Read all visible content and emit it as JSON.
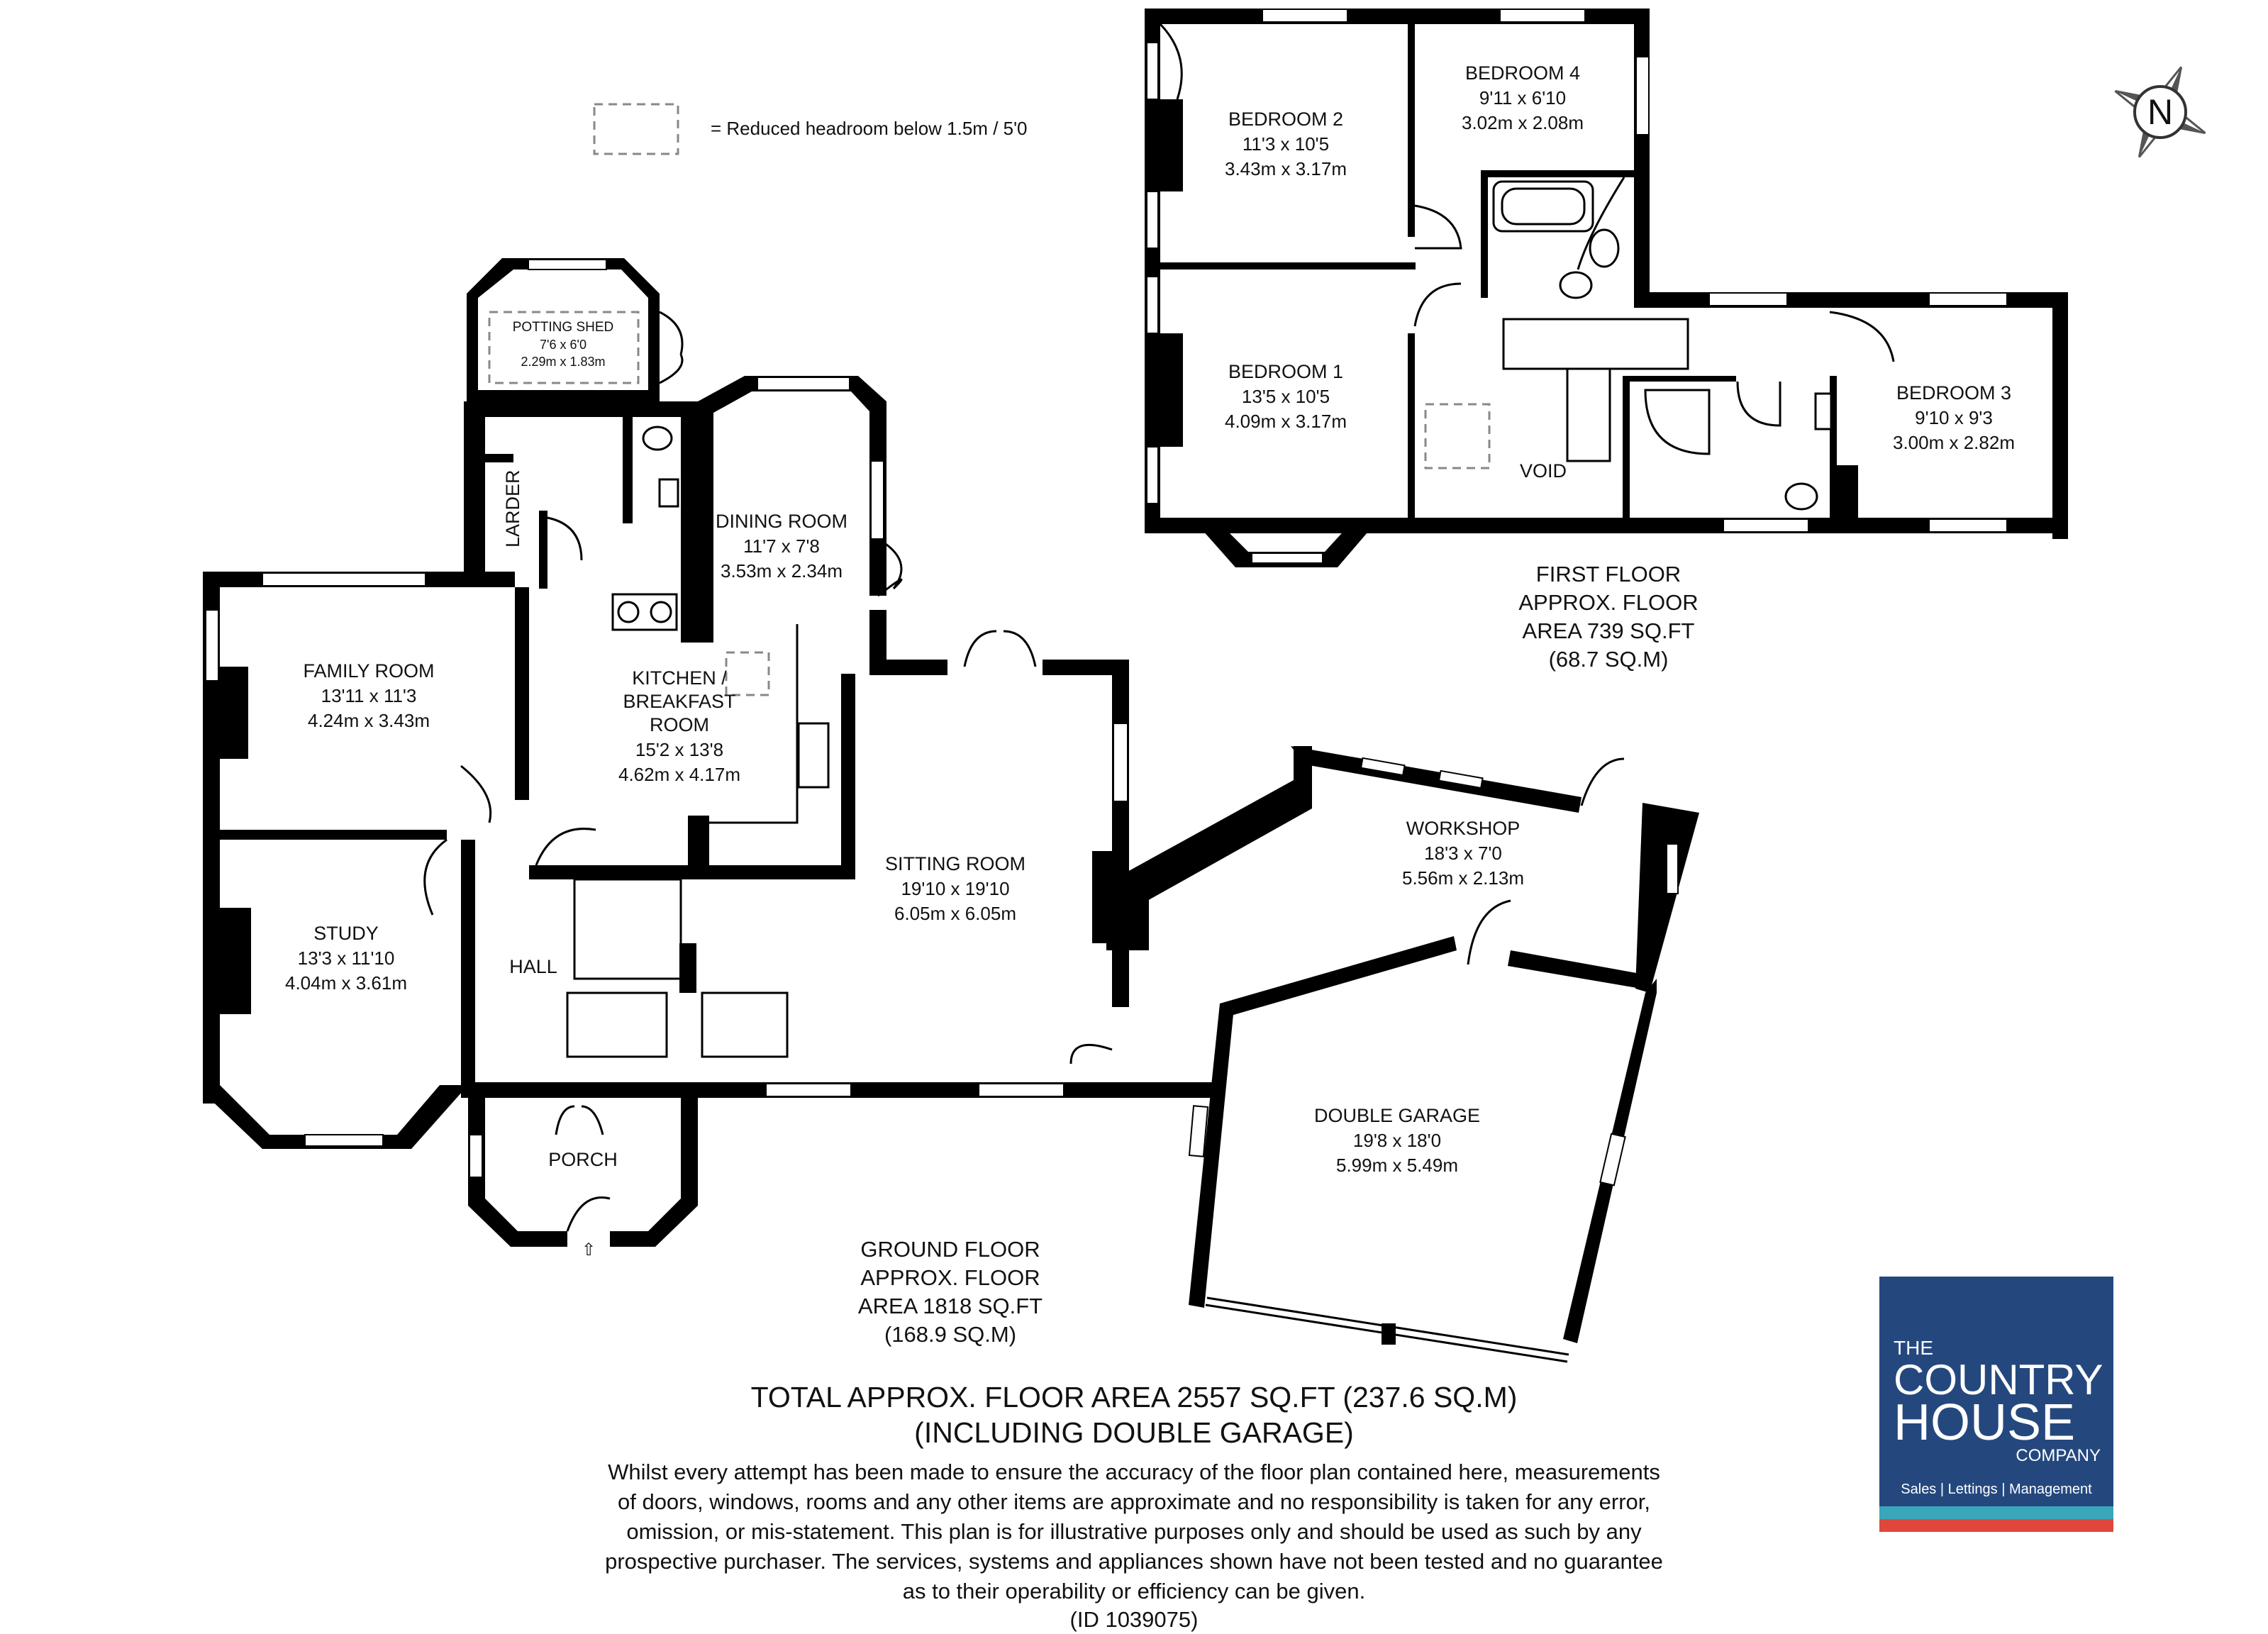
{
  "legend": {
    "text": "= Reduced headroom below 1.5m / 5'0"
  },
  "compass": {
    "label": "N"
  },
  "ground_floor": {
    "rooms": {
      "potting_shed": {
        "name": "POTTING SHED",
        "imperial": "7'6 x 6'0",
        "metric": "2.29m x 1.83m"
      },
      "larder": {
        "name": "LARDER"
      },
      "dining_room": {
        "name": "DINING ROOM",
        "imperial": "11'7 x 7'8",
        "metric": "3.53m x 2.34m"
      },
      "family_room": {
        "name": "FAMILY ROOM",
        "imperial": "13'11 x 11'3",
        "metric": "4.24m x 3.43m"
      },
      "kitchen": {
        "name_line1": "KITCHEN /",
        "name_line2": "BREAKFAST",
        "name_line3": "ROOM",
        "imperial": "15'2 x 13'8",
        "metric": "4.62m x 4.17m"
      },
      "study": {
        "name": "STUDY",
        "imperial": "13'3 x 11'10",
        "metric": "4.04m x 3.61m"
      },
      "hall": {
        "name": "HALL"
      },
      "sitting_room": {
        "name": "SITTING ROOM",
        "imperial": "19'10 x 19'10",
        "metric": "6.05m x 6.05m"
      },
      "porch": {
        "name": "PORCH"
      },
      "workshop": {
        "name": "WORKSHOP",
        "imperial": "18'3 x 7'0",
        "metric": "5.56m x 2.13m"
      },
      "double_garage": {
        "name": "DOUBLE GARAGE",
        "imperial": "19'8 x 18'0",
        "metric": "5.99m x 5.49m"
      }
    },
    "area": {
      "line1": "GROUND FLOOR",
      "line2": "APPROX. FLOOR",
      "line3": "AREA 1818 SQ.FT",
      "line4": "(168.9 SQ.M)"
    }
  },
  "first_floor": {
    "rooms": {
      "bedroom2": {
        "name": "BEDROOM 2",
        "imperial": "11'3 x 10'5",
        "metric": "3.43m x 3.17m"
      },
      "bedroom4": {
        "name": "BEDROOM 4",
        "imperial": "9'11 x 6'10",
        "metric": "3.02m x 2.08m"
      },
      "bedroom1": {
        "name": "BEDROOM 1",
        "imperial": "13'5 x 10'5",
        "metric": "4.09m x 3.17m"
      },
      "bedroom3": {
        "name": "BEDROOM 3",
        "imperial": "9'10 x 9'3",
        "metric": "3.00m x 2.82m"
      },
      "void": {
        "name": "VOID"
      }
    },
    "area": {
      "line1": "FIRST FLOOR",
      "line2": "APPROX. FLOOR",
      "line3": "AREA 739 SQ.FT",
      "line4": "(68.7 SQ.M)"
    }
  },
  "total": {
    "line1": "TOTAL APPROX. FLOOR AREA 2557 SQ.FT (237.6 SQ.M)",
    "line2": "(INCLUDING DOUBLE GARAGE)"
  },
  "disclaimer": {
    "lines": [
      "Whilst every attempt has been made to ensure the accuracy of the floor plan contained here, measurements",
      "of doors, windows, rooms and any other items are approximate and no responsibility is taken for any error,",
      "omission, or mis-statement. This plan is for illustrative purposes only and should be used as such by any",
      "prospective purchaser. The services, systems and appliances shown have not been tested and no guarantee",
      "as to their operability or efficiency can be given."
    ],
    "id": "(ID 1039075)"
  },
  "logo": {
    "the": "THE",
    "country": "COUNTRY",
    "house": "HOUSE",
    "company": "COMPANY",
    "tagline": "Sales  |  Lettings  |  Management",
    "colors": {
      "background": "#24487e",
      "stripe_teal": "#3aa6b9",
      "stripe_red": "#e0473c"
    }
  }
}
